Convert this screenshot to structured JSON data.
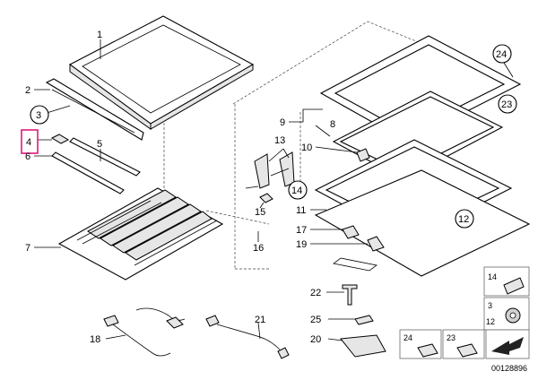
{
  "callouts": {
    "p1": "1",
    "p2": "2",
    "p3": "3",
    "p4": "4",
    "p5": "5",
    "p6": "6",
    "p7": "7",
    "p8": "8",
    "p9": "9",
    "p10": "10",
    "p11": "11",
    "p12": "12",
    "p13": "13",
    "p14": "14",
    "p15": "15",
    "p16": "16",
    "p17": "17",
    "p18": "18",
    "p19": "19",
    "p20": "20",
    "p21": "21",
    "p22": "22",
    "p23": "23",
    "p24": "24",
    "p25": "25"
  },
  "legend": {
    "l14": "14",
    "l3": "3",
    "l12": "12",
    "l24": "24",
    "l23": "23"
  },
  "highlight_color": "#e0197d",
  "catalog_number": "00128896"
}
